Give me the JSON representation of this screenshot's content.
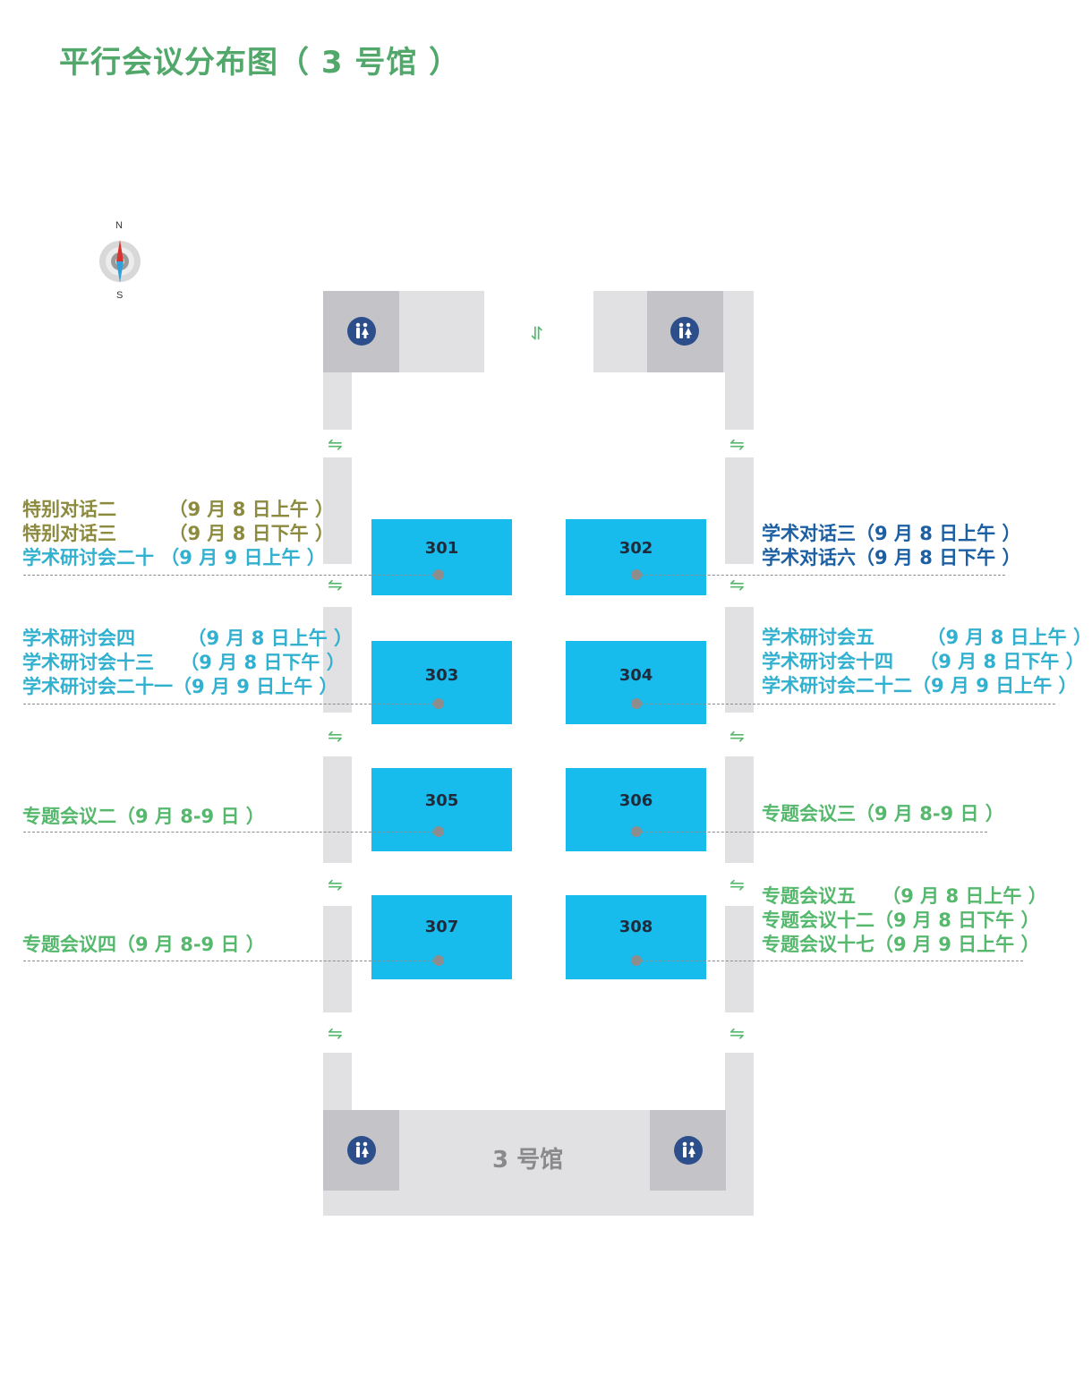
{
  "title": "平行会议分布图（ 3 号馆 ）",
  "compass": {
    "north": "N",
    "south": "S"
  },
  "hall_label": "3 号馆",
  "rooms": [
    {
      "id": "301",
      "label": "301"
    },
    {
      "id": "302",
      "label": "302"
    },
    {
      "id": "303",
      "label": "303"
    },
    {
      "id": "304",
      "label": "304"
    },
    {
      "id": "305",
      "label": "305"
    },
    {
      "id": "306",
      "label": "306"
    },
    {
      "id": "307",
      "label": "307"
    },
    {
      "id": "308",
      "label": "308"
    }
  ],
  "labels": {
    "r301": [
      "特别对话二        （9 月 8 日上午 ）",
      "特别对话三        （9 月 8 日下午 ）",
      "学术研讨会二十 （9 月 9 日上午 ）"
    ],
    "r302": [
      "学术对话三（9 月 8 日上午 ）",
      "学术对话六（9 月 8 日下午 ）"
    ],
    "r303": [
      "学术研讨会四        （9 月 8 日上午 ）",
      "学术研讨会十三    （9 月 8 日下午 ）",
      "学术研讨会二十一（9 月 9 日上午 ）"
    ],
    "r304": [
      "学术研讨会五        （9 月 8 日上午 ）",
      "学术研讨会十四    （9 月 8 日下午 ）",
      "学术研讨会二十二（9 月 9 日上午 ）"
    ],
    "r305": [
      "专题会议二（9 月 8-9 日 ）"
    ],
    "r306": [
      "专题会议三（9 月 8-9 日 ）"
    ],
    "r307": [
      "专题会议四（9 月 8-9 日 ）"
    ],
    "r308": [
      "专题会议五    （9 月 8 日上午 ）",
      "专题会议十二（9 月 8 日下午 ）",
      "专题会议十七（9 月 9 日上午 ）"
    ]
  },
  "colors": {
    "title": "#52a86b",
    "room": "#17bbec",
    "olive": "#8c8a3e",
    "teal": "#32b0cf",
    "navy": "#1c5fa3",
    "green": "#55b86d",
    "restroom": "#2c4f8c"
  },
  "icons": {
    "restroom": "restroom-icon",
    "passage": "two-way-arrow-icon",
    "compass": "compass-icon"
  }
}
